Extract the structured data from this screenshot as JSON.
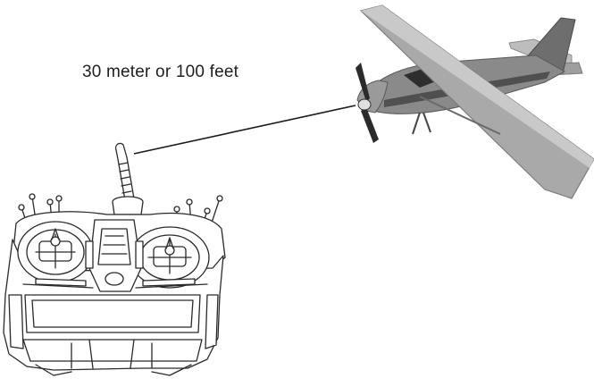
{
  "figure": {
    "distance_label": "30 meter or 100 feet",
    "objects": [
      {
        "name": "radio-transmitter",
        "icon": "rc-transmitter-icon"
      },
      {
        "name": "rc-airplane",
        "icon": "airplane-icon"
      }
    ],
    "colors": {
      "line": "#1a1a1a",
      "wing": "#a9a9a9",
      "wing_edge": "#c9c9c9",
      "fuselage": "#8a8a8a",
      "dark": "#3a3a3a",
      "transmitter_stroke": "#2a2a2a"
    }
  }
}
